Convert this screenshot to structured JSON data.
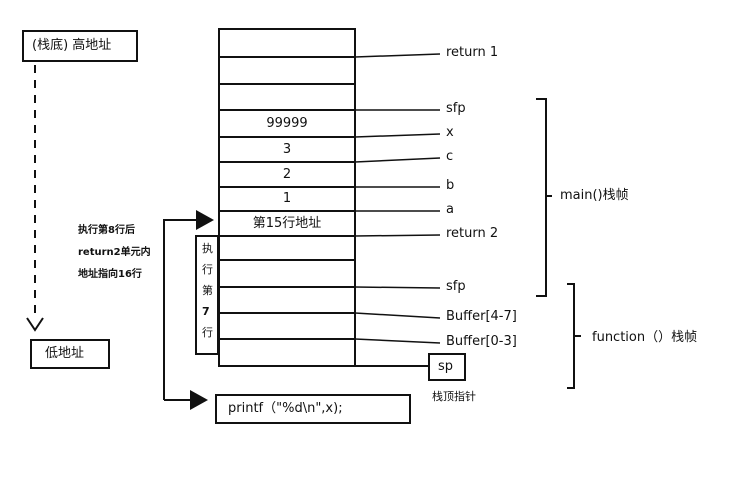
{
  "top_box": "(栈底) 高地址",
  "bottom_box": "低地址",
  "stack_cells": [
    "",
    "",
    "",
    "99999",
    "3",
    "2",
    "1",
    "第15行地址",
    "",
    "",
    "",
    "",
    ""
  ],
  "right_labels": [
    "return 1",
    "sfp",
    "x",
    "c",
    "b",
    "a",
    "return 2",
    "sfp",
    "Buffer[4-7]",
    "Buffer[0-3]"
  ],
  "main_frame": "main()栈帧",
  "function_frame": "function（）栈帧",
  "sp_label": "sp",
  "sp_caption": "栈顶指针",
  "note_lines": [
    "执行第8行后",
    "return2单元内",
    "地址指向16行"
  ],
  "exec_vertical": [
    "执",
    "行",
    "第",
    "7",
    "行"
  ],
  "printf_box": "printf（\"%d\\n\",x);"
}
